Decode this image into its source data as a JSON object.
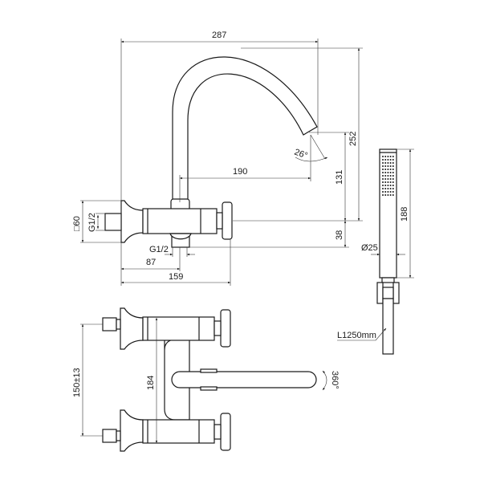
{
  "title": "Wall-mounted mixer with swivel spout and hand shower - dimension drawing",
  "dimensions": {
    "overall_width": "287",
    "overall_height": "252",
    "spout_reach": "190",
    "spout_outlet_height": "131",
    "outlet_offset": "38",
    "spout_angle": "26°",
    "flange_size": "□60",
    "inlet_thread": "G1/2",
    "outlet_thread": "G1/2",
    "outlet_distance": "87",
    "body_depth": "159",
    "handshower_length": "188",
    "handshower_diameter": "Ø25",
    "hose_length": "L1250mm",
    "inlet_centers": "150±13",
    "body_width": "184",
    "spout_rotation": "360°"
  }
}
